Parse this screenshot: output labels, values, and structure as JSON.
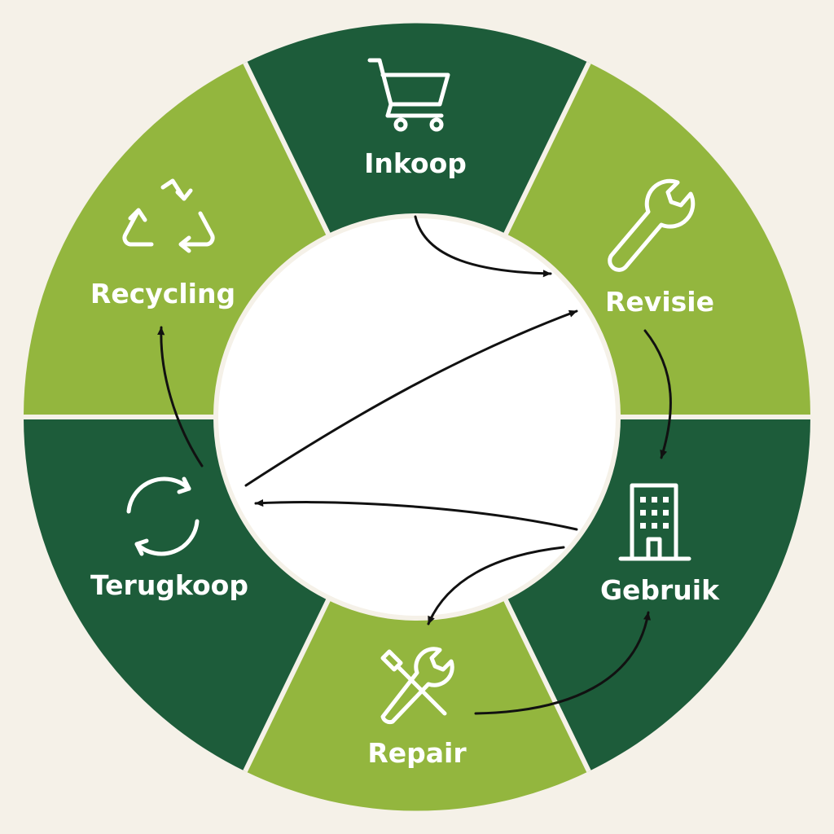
{
  "diagram": {
    "segments": [
      {
        "id": "inkoop",
        "label": "Inkoop",
        "icon": "shopping-cart-icon"
      },
      {
        "id": "revisie",
        "label": "Revisie",
        "icon": "wrench-icon"
      },
      {
        "id": "gebruik",
        "label": "Gebruik",
        "icon": "office-building-icon"
      },
      {
        "id": "repair",
        "label": "Repair",
        "icon": "crossed-tools-icon"
      },
      {
        "id": "terugkoop",
        "label": "Terugkoop",
        "icon": "circular-arrows-icon"
      },
      {
        "id": "recycling",
        "label": "Recycling",
        "icon": "recycle-icon"
      }
    ],
    "colors": {
      "dark_green": "#1d5c3a",
      "light_green": "#93b63e",
      "center": "#ffffff",
      "background": "#f5f1e8",
      "arrow": "#111111"
    }
  }
}
